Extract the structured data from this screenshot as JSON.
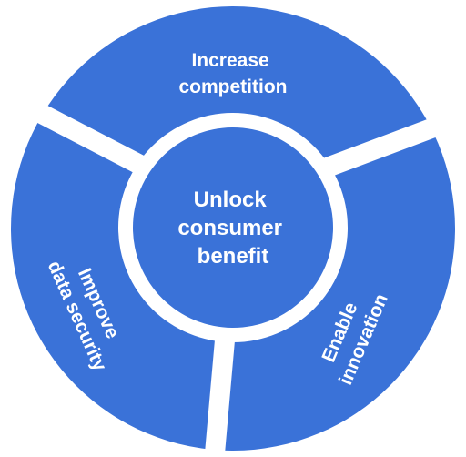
{
  "colors": {
    "segment_fill": "#3a72d8",
    "gap": "#ffffff",
    "text": "#ffffff"
  },
  "center": {
    "lines": [
      "Unlock",
      "consumer",
      "benefit"
    ]
  },
  "segments": [
    {
      "id": "increase-competition",
      "lines": [
        "Increase",
        "competition"
      ]
    },
    {
      "id": "enable-innovation",
      "lines": [
        "Enable",
        "innovation"
      ]
    },
    {
      "id": "improve-data-security",
      "lines": [
        "Improve",
        "data security"
      ]
    }
  ]
}
